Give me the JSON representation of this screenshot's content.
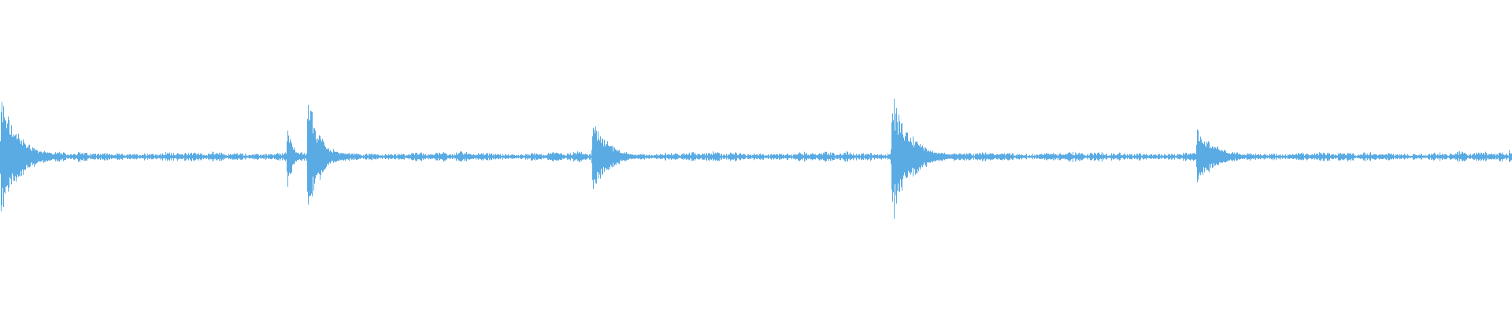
{
  "waveform": {
    "color": "#5aabe3",
    "transients": [
      {
        "at": 0.0005,
        "peak": 0.42,
        "decay": 0.012
      },
      {
        "at": 0.19,
        "peak": 0.22,
        "decay": 0.004
      },
      {
        "at": 0.2035,
        "peak": 0.42,
        "decay": 0.008
      },
      {
        "at": 0.392,
        "peak": 0.29,
        "decay": 0.01
      },
      {
        "at": 0.59,
        "peak": 0.45,
        "decay": 0.012
      },
      {
        "at": 0.792,
        "peak": 0.21,
        "decay": 0.012
      },
      {
        "at": 0.9985,
        "peak": 0.05,
        "decay": 0.003
      }
    ],
    "noise_floor": 0.025
  }
}
